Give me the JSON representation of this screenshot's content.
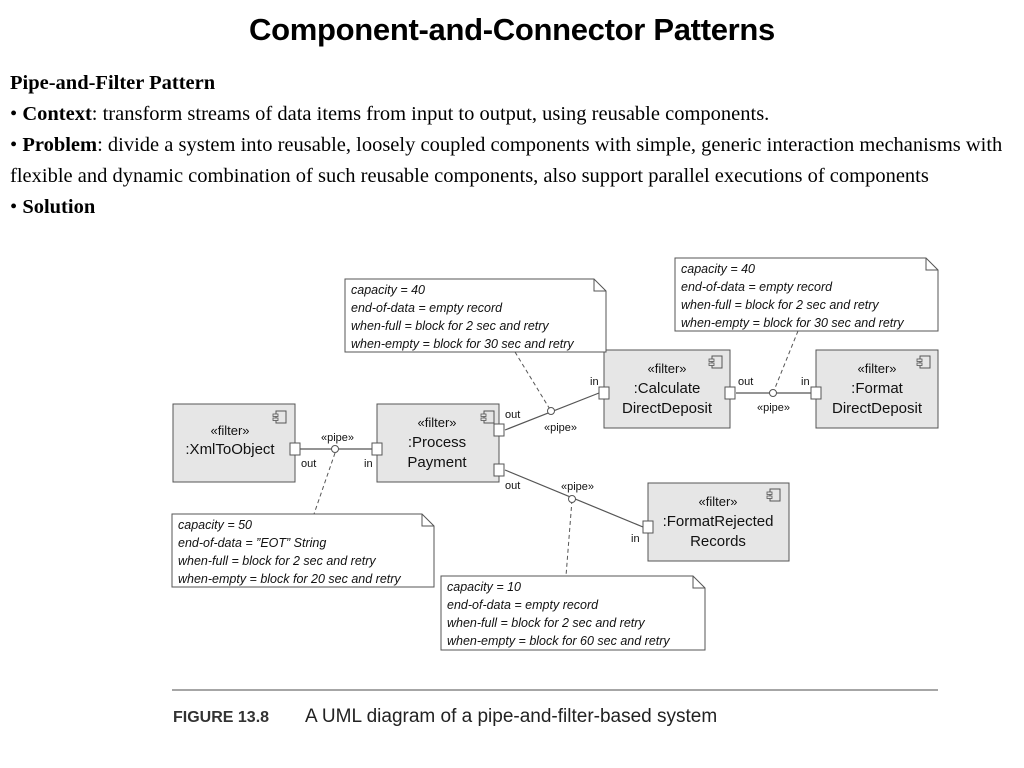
{
  "slide": {
    "title": "Component-and-Connector Patterns"
  },
  "content": {
    "heading": "Pipe-and-Filter Pattern",
    "bullet": "•",
    "context_label": "Context",
    "context_text": ": transform streams of data items from input to output, using reusable components.",
    "problem_label": "Problem",
    "problem_text": ": divide a system into reusable, loosely coupled components with simple, generic interaction mechanisms with flexible and dynamic combination of such reusable components, also support parallel executions of components",
    "solution_label": "Solution"
  },
  "diagram": {
    "components": [
      {
        "id": "xml",
        "stereotype": "«filter»",
        "lines": [
          ":XmlToObject"
        ]
      },
      {
        "id": "process",
        "stereotype": "«filter»",
        "lines": [
          ":Process",
          "Payment"
        ]
      },
      {
        "id": "calc",
        "stereotype": "«filter»",
        "lines": [
          ":Calculate",
          "DirectDeposit"
        ]
      },
      {
        "id": "format",
        "stereotype": "«filter»",
        "lines": [
          ":Format",
          "DirectDeposit"
        ]
      },
      {
        "id": "rejected",
        "stereotype": "«filter»",
        "lines": [
          ":FormatRejected",
          "Records"
        ]
      }
    ],
    "pipe_label": "«pipe»",
    "port_in": "in",
    "port_out": "out",
    "notes": [
      {
        "id": "note_top",
        "lines": [
          "capacity = 40",
          "end-of-data = empty record",
          "when-full = block for 2 sec and retry",
          "when-empty = block for 30 sec and retry"
        ]
      },
      {
        "id": "note_right",
        "lines": [
          "capacity = 40",
          "end-of-data = empty record",
          "when-full = block for 2 sec and retry",
          "when-empty = block for 30 sec and retry"
        ]
      },
      {
        "id": "note_left",
        "lines": [
          "capacity = 50",
          "end-of-data = ”EOT” String",
          "when-full = block for 2 sec and retry",
          "when-empty = block for 20 sec and retry"
        ]
      },
      {
        "id": "note_bottom",
        "lines": [
          "capacity = 10",
          "end-of-data = empty record",
          "when-full = block for 2 sec and retry",
          "when-empty = block for 60 sec and retry"
        ]
      }
    ]
  },
  "caption": {
    "label": "FIGURE 13.8",
    "text": "A UML diagram of a pipe-and-filter-based system"
  },
  "colors": {
    "component_fill": "#e6e6e6",
    "stroke": "#555555",
    "rule": "#888888"
  }
}
